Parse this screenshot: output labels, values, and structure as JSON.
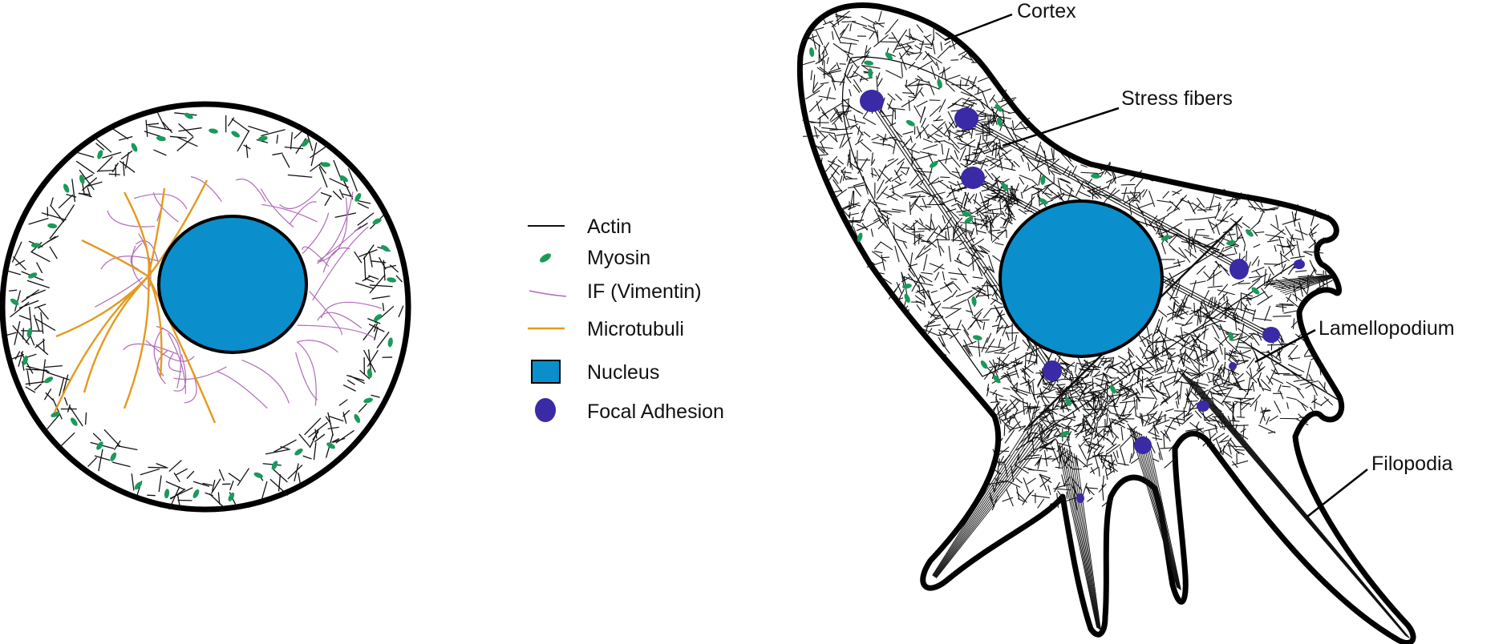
{
  "colors": {
    "actin": "#111111",
    "myosin": "#1a9a5a",
    "intermediate_filament": "#b06ab8",
    "microtubule": "#e39a1e",
    "nucleus": "#0a8fcc",
    "focal_adhesion": "#3a2aa6",
    "membrane": "#000000"
  },
  "legend": {
    "items": [
      {
        "key": "actin",
        "label": "Actin",
        "icon": "line-icon"
      },
      {
        "key": "myosin",
        "label": "Myosin",
        "icon": "ellipse-icon"
      },
      {
        "key": "intermediate_filament",
        "label": "IF (Vimentin)",
        "icon": "thin-line-icon"
      },
      {
        "key": "microtubule",
        "label": "Microtubuli",
        "icon": "line-icon"
      },
      {
        "key": "nucleus",
        "label": "Nucleus",
        "icon": "square-icon"
      },
      {
        "key": "focal_adhesion",
        "label": "Focal Adhesion",
        "icon": "ellipse-icon"
      }
    ]
  },
  "callouts": {
    "cortex": "Cortex",
    "stress_fibers": "Stress fibers",
    "lamellopodium": "Lamellopodium",
    "filopodia": "Filopodia"
  }
}
